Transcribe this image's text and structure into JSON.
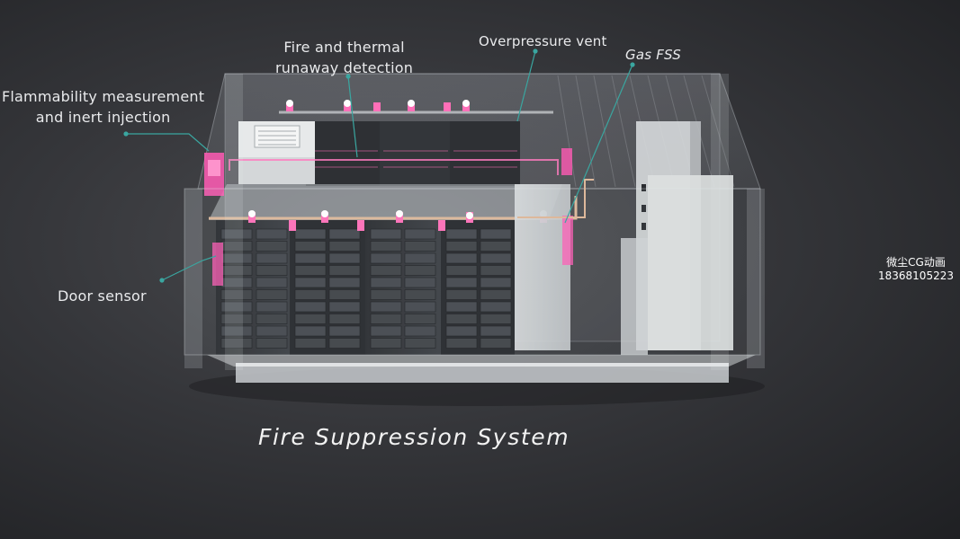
{
  "labels": {
    "flammability_line1": "Flammability measurement",
    "flammability_line2": "and inert injection",
    "fire_line1": "Fire and thermal",
    "fire_line2": "runaway detection",
    "overpressure": "Overpressure vent",
    "gas_fss": "Gas FSS",
    "door_sensor": "Door sensor"
  },
  "title": "Fire Suppression System",
  "watermark": {
    "line1": "微尘CG动画",
    "line2": "18368105223"
  },
  "colors": {
    "accent_pink": "#ff5ab4",
    "callout_teal": "#3aa6a0",
    "pipe": "#d8b89a"
  }
}
